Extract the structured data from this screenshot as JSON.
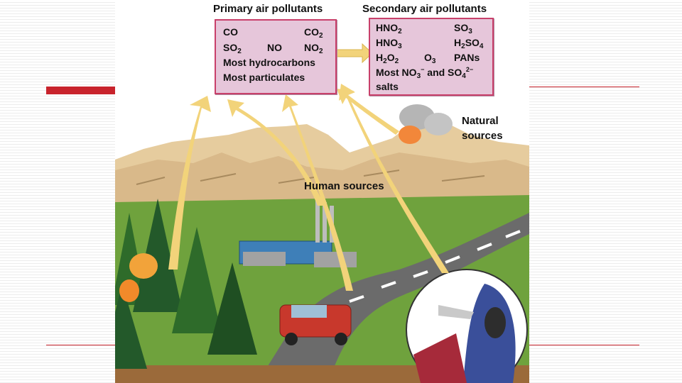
{
  "colors": {
    "accent_red": "#c8232c",
    "box_fill": "#e6c6da",
    "box_border": "#c8406a",
    "arrow_yellow": "#f2d37a",
    "sky": "#ffffff",
    "grass": "#6fa23d",
    "mountain": "#e2c89a",
    "road": "#6b6b6b",
    "soil": "#9b6a3a"
  },
  "diagram": {
    "primary_title": "Primary air pollutants",
    "secondary_title": "Secondary air pollutants",
    "natural_sources_line1": "Natural",
    "natural_sources_line2": "sources",
    "human_sources": "Human sources",
    "primary_box": {
      "co": "CO",
      "co2": "CO",
      "co2_sub": "2",
      "so2": "SO",
      "so2_sub": "2",
      "no": "NO",
      "no2": "NO",
      "no2_sub": "2",
      "hydrocarbons": "Most hydrocarbons",
      "particulates": "Most particulates"
    },
    "secondary_box": {
      "hno2": "HNO",
      "hno2_sub": "2",
      "so3": "SO",
      "so3_sub": "3",
      "hno3": "HNO",
      "hno3_sub": "3",
      "h2so4_h": "H",
      "h2so4_sub1": "2",
      "h2so4_so": "SO",
      "h2so4_sub2": "4",
      "h2o2_h": "H",
      "h2o2_sub1": "2",
      "h2o2_o": "O",
      "h2o2_sub2": "2",
      "o3": "O",
      "o3_sub": "3",
      "pans": "PANs",
      "most_no3": "Most NO",
      "no3_sub": "3",
      "no3_sup": "−",
      "and_so4": "and SO",
      "so4_sub": "4",
      "so4_sup": "2−",
      "salts": "salts"
    }
  }
}
